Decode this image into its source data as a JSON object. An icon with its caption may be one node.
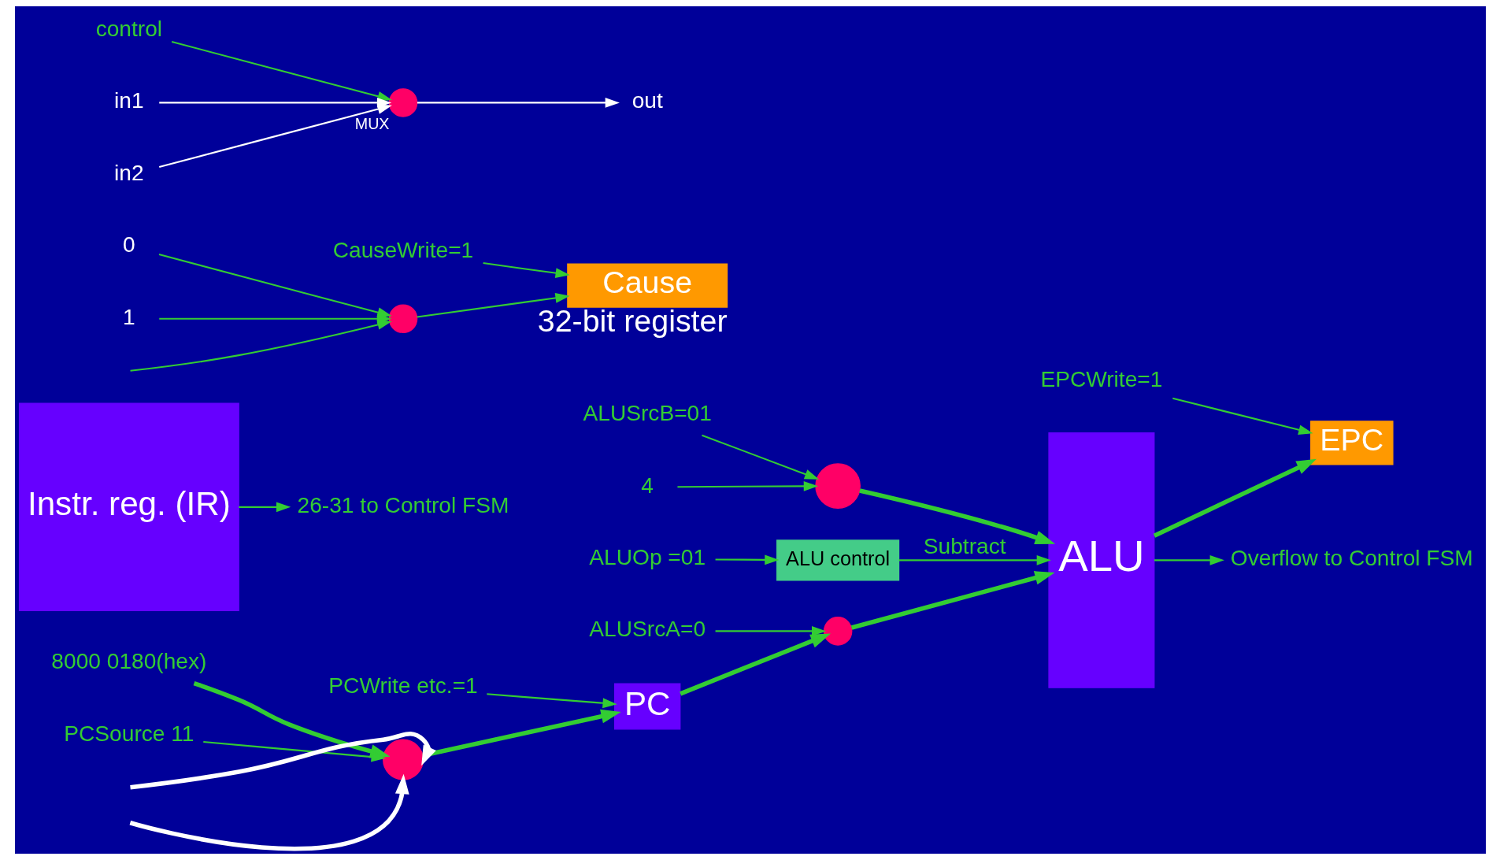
{
  "diagram": {
    "nodes": [
      {
        "text": [
          "PC"
        ]
      },
      {
        "text": [
          "PCWrite etc.=1"
        ]
      },
      {
        "text": [
          "Instr. reg. (IR)"
        ]
      },
      {
        "text": [
          "26-31 to Control FSM"
        ]
      },
      {
        "text": [],
        "shape": "circle"
      },
      {
        "text": [
          "ALUSrcA=0"
        ]
      },
      {
        "text": [],
        "shape": "circle"
      },
      {
        "text": [
          "ALUSrcB=01"
        ]
      },
      {
        "text": [
          "4"
        ]
      },
      {
        "text": [
          "ALU"
        ]
      },
      {
        "text": [
          "EPC"
        ]
      },
      {
        "text": [
          "EPCWrite=1"
        ]
      },
      {
        "text": [
          "Overflow to Control FSM"
        ]
      },
      {
        "text": [
          "ALU control"
        ]
      },
      {
        "text": [
          "ALUOp =01"
        ]
      },
      {
        "text": [],
        "shape": "circle"
      },
      {
        "text": [
          "8000 0180(hex)"
        ]
      },
      {
        "text": [
          "PCSource 11"
        ]
      },
      {
        "text": [],
        "shape": "circle"
      },
      {
        "text": [
          "0"
        ]
      },
      {
        "text": [
          "1"
        ]
      },
      {
        "text": [
          "Cause"
        ],
        "beside": [
          "32-bit register"
        ]
      },
      {
        "text": [
          "CauseWrite=1"
        ]
      },
      {
        "text": [],
        "shape": "circle",
        "beside": [
          "MUX"
        ]
      },
      {
        "text": [
          "out"
        ]
      },
      {
        "text": [
          "control"
        ]
      },
      {
        "text": [
          "in1"
        ]
      },
      {
        "text": [
          "in2"
        ]
      }
    ],
    "edges": [
      {
        "from": 1,
        "to": 0,
        "arrow": "to"
      },
      {
        "from": 2,
        "to": 3,
        "arrow": "to"
      },
      {
        "from": 15,
        "to": 0,
        "arrow": "to",
        "style": "thick"
      },
      {
        "from": 0,
        "to": 4,
        "arrow": "to",
        "style": "thick"
      },
      {
        "from": 5,
        "to": 4,
        "arrow": "to"
      },
      {
        "from": 7,
        "to": 6,
        "arrow": "to"
      },
      {
        "from": 8,
        "to": 6,
        "arrow": "to"
      },
      {
        "from": 4,
        "to": 9,
        "arrow": "to",
        "style": "thick"
      },
      {
        "from": 6,
        "to": 9,
        "arrow": "to",
        "style": "thick"
      },
      {
        "from": 9,
        "to": 10,
        "arrow": "to",
        "style": "thick"
      },
      {
        "from": 11,
        "to": 10,
        "arrow": "to"
      },
      {
        "from": 9,
        "to": 12,
        "arrow": "to"
      },
      {
        "from": 13,
        "to": 9,
        "arrow": "to",
        "label": "Subtract"
      },
      {
        "from": 14,
        "to": 13,
        "arrow": "to"
      },
      {
        "from": 16,
        "to": 15,
        "arrow": "to",
        "style": "thick"
      },
      {
        "from": 17,
        "to": 15,
        "arrow": "to"
      },
      {
        "from": null,
        "to": 15,
        "arrow": "to",
        "style": "thick",
        "color": "#ffffff"
      },
      {
        "from": null,
        "to": 15,
        "arrow": "to",
        "style": "thick",
        "color": "#ffffff"
      },
      {
        "from": 19,
        "to": 18,
        "arrow": "to"
      },
      {
        "from": 20,
        "to": 18,
        "arrow": "to"
      },
      {
        "from": null,
        "to": 18,
        "arrow": "to"
      },
      {
        "from": 18,
        "to": 21,
        "arrow": "to"
      },
      {
        "from": 22,
        "to": 21,
        "arrow": "to"
      },
      {
        "from": 23,
        "to": 24,
        "arrow": "to",
        "color": "#ffffff"
      },
      {
        "from": 25,
        "to": 23,
        "arrow": "to"
      },
      {
        "from": 26,
        "to": 23,
        "arrow": "to",
        "color": "#ffffff"
      },
      {
        "from": 27,
        "to": 23,
        "arrow": "to",
        "color": "#ffffff"
      }
    ]
  }
}
